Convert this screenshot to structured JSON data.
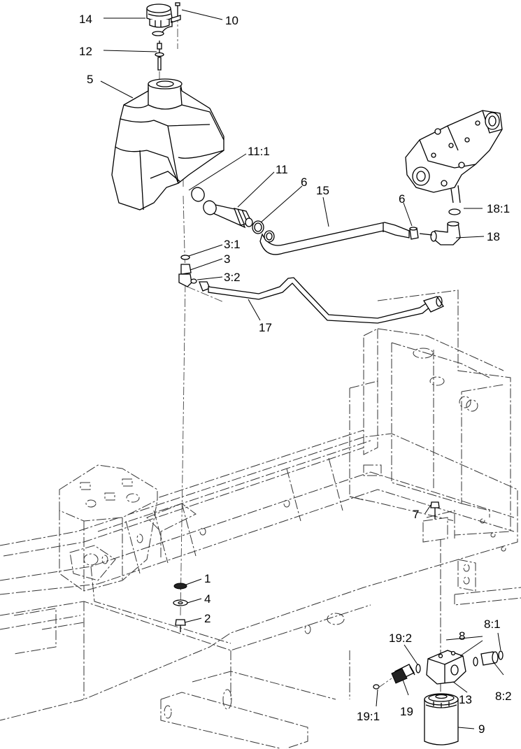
{
  "callouts": [
    {
      "id": "c14",
      "text": "14"
    },
    {
      "id": "c10",
      "text": "10"
    },
    {
      "id": "c12",
      "text": "12"
    },
    {
      "id": "c5",
      "text": "5"
    },
    {
      "id": "c11_1",
      "text": "11:1"
    },
    {
      "id": "c11",
      "text": "11"
    },
    {
      "id": "c6a",
      "text": "6"
    },
    {
      "id": "c15",
      "text": "15"
    },
    {
      "id": "c6b",
      "text": "6"
    },
    {
      "id": "c18_1",
      "text": "18:1"
    },
    {
      "id": "c18",
      "text": "18"
    },
    {
      "id": "c3_1",
      "text": "3:1"
    },
    {
      "id": "c3",
      "text": "3"
    },
    {
      "id": "c3_2",
      "text": "3:2"
    },
    {
      "id": "c17",
      "text": "17"
    },
    {
      "id": "c7",
      "text": "7"
    },
    {
      "id": "c1",
      "text": "1"
    },
    {
      "id": "c4",
      "text": "4"
    },
    {
      "id": "c2",
      "text": "2"
    },
    {
      "id": "c19_2",
      "text": "19:2"
    },
    {
      "id": "c8",
      "text": "8"
    },
    {
      "id": "c8_1",
      "text": "8:1"
    },
    {
      "id": "c8_2",
      "text": "8:2"
    },
    {
      "id": "c13",
      "text": "13"
    },
    {
      "id": "c19",
      "text": "19"
    },
    {
      "id": "c19_1",
      "text": "19:1"
    },
    {
      "id": "c9",
      "text": "9"
    }
  ]
}
